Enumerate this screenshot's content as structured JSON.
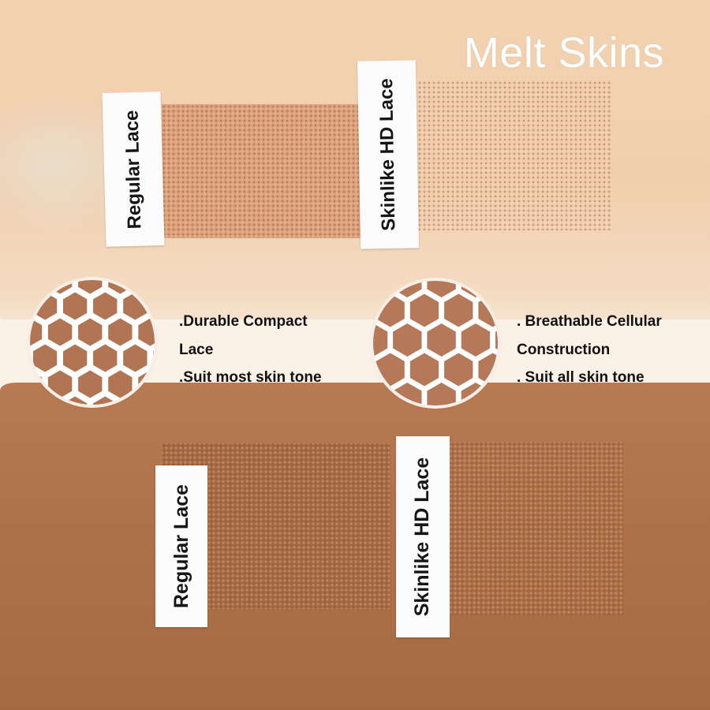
{
  "brand": {
    "title": "Melt Skins"
  },
  "top_arm": {
    "labels": {
      "regular": "Regular Lace",
      "hd": "Skinlike HD Lace"
    }
  },
  "bottom_arm": {
    "labels": {
      "regular": "Regular Lace",
      "hd": "Skinlike HD Lace"
    }
  },
  "comparison": {
    "regular": {
      "lines": [
        ".Durable Compact",
        "Lace",
        ".Suit most skin tone"
      ],
      "mesh_fill_color": "#b27553"
    },
    "hd": {
      "lines": [
        ". Breathable Cellular",
        "Construction",
        ". Suit all skin tone"
      ],
      "mesh_fill_color": "#b57858"
    }
  },
  "colors": {
    "light_skin": "#f1cfae",
    "dark_skin": "#ae714a",
    "background": "#fbf1e6",
    "text": "#111111",
    "brand_text": "#ffffff"
  }
}
